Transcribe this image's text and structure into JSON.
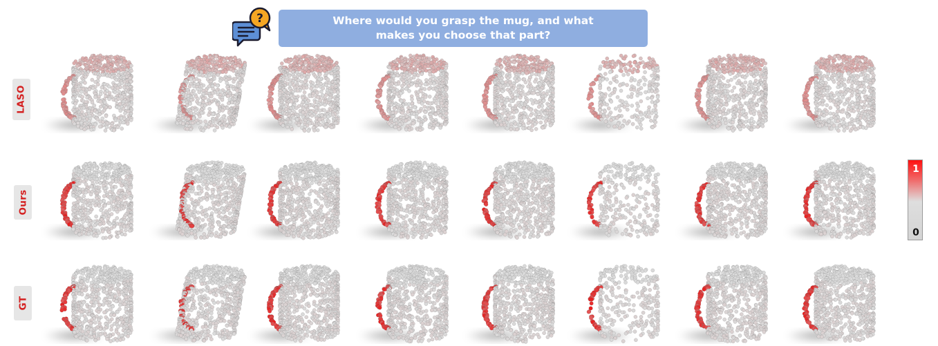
{
  "question": {
    "text": "Where would you grasp the mug, and what makes you choose that part?"
  },
  "rows": [
    {
      "label": "LASO"
    },
    {
      "label": "Ours"
    },
    {
      "label": "GT"
    }
  ],
  "colorbar": {
    "max_label": "1",
    "min_label": "0",
    "high_color": "#ff1010",
    "low_color": "#d4d4d4"
  },
  "colors": {
    "question_bg": "#8faee0",
    "label_text": "#d42020",
    "label_bg": "#e6e6e6",
    "icon_bubble": "#f5a623",
    "icon_doc": "#5d8fd6"
  }
}
